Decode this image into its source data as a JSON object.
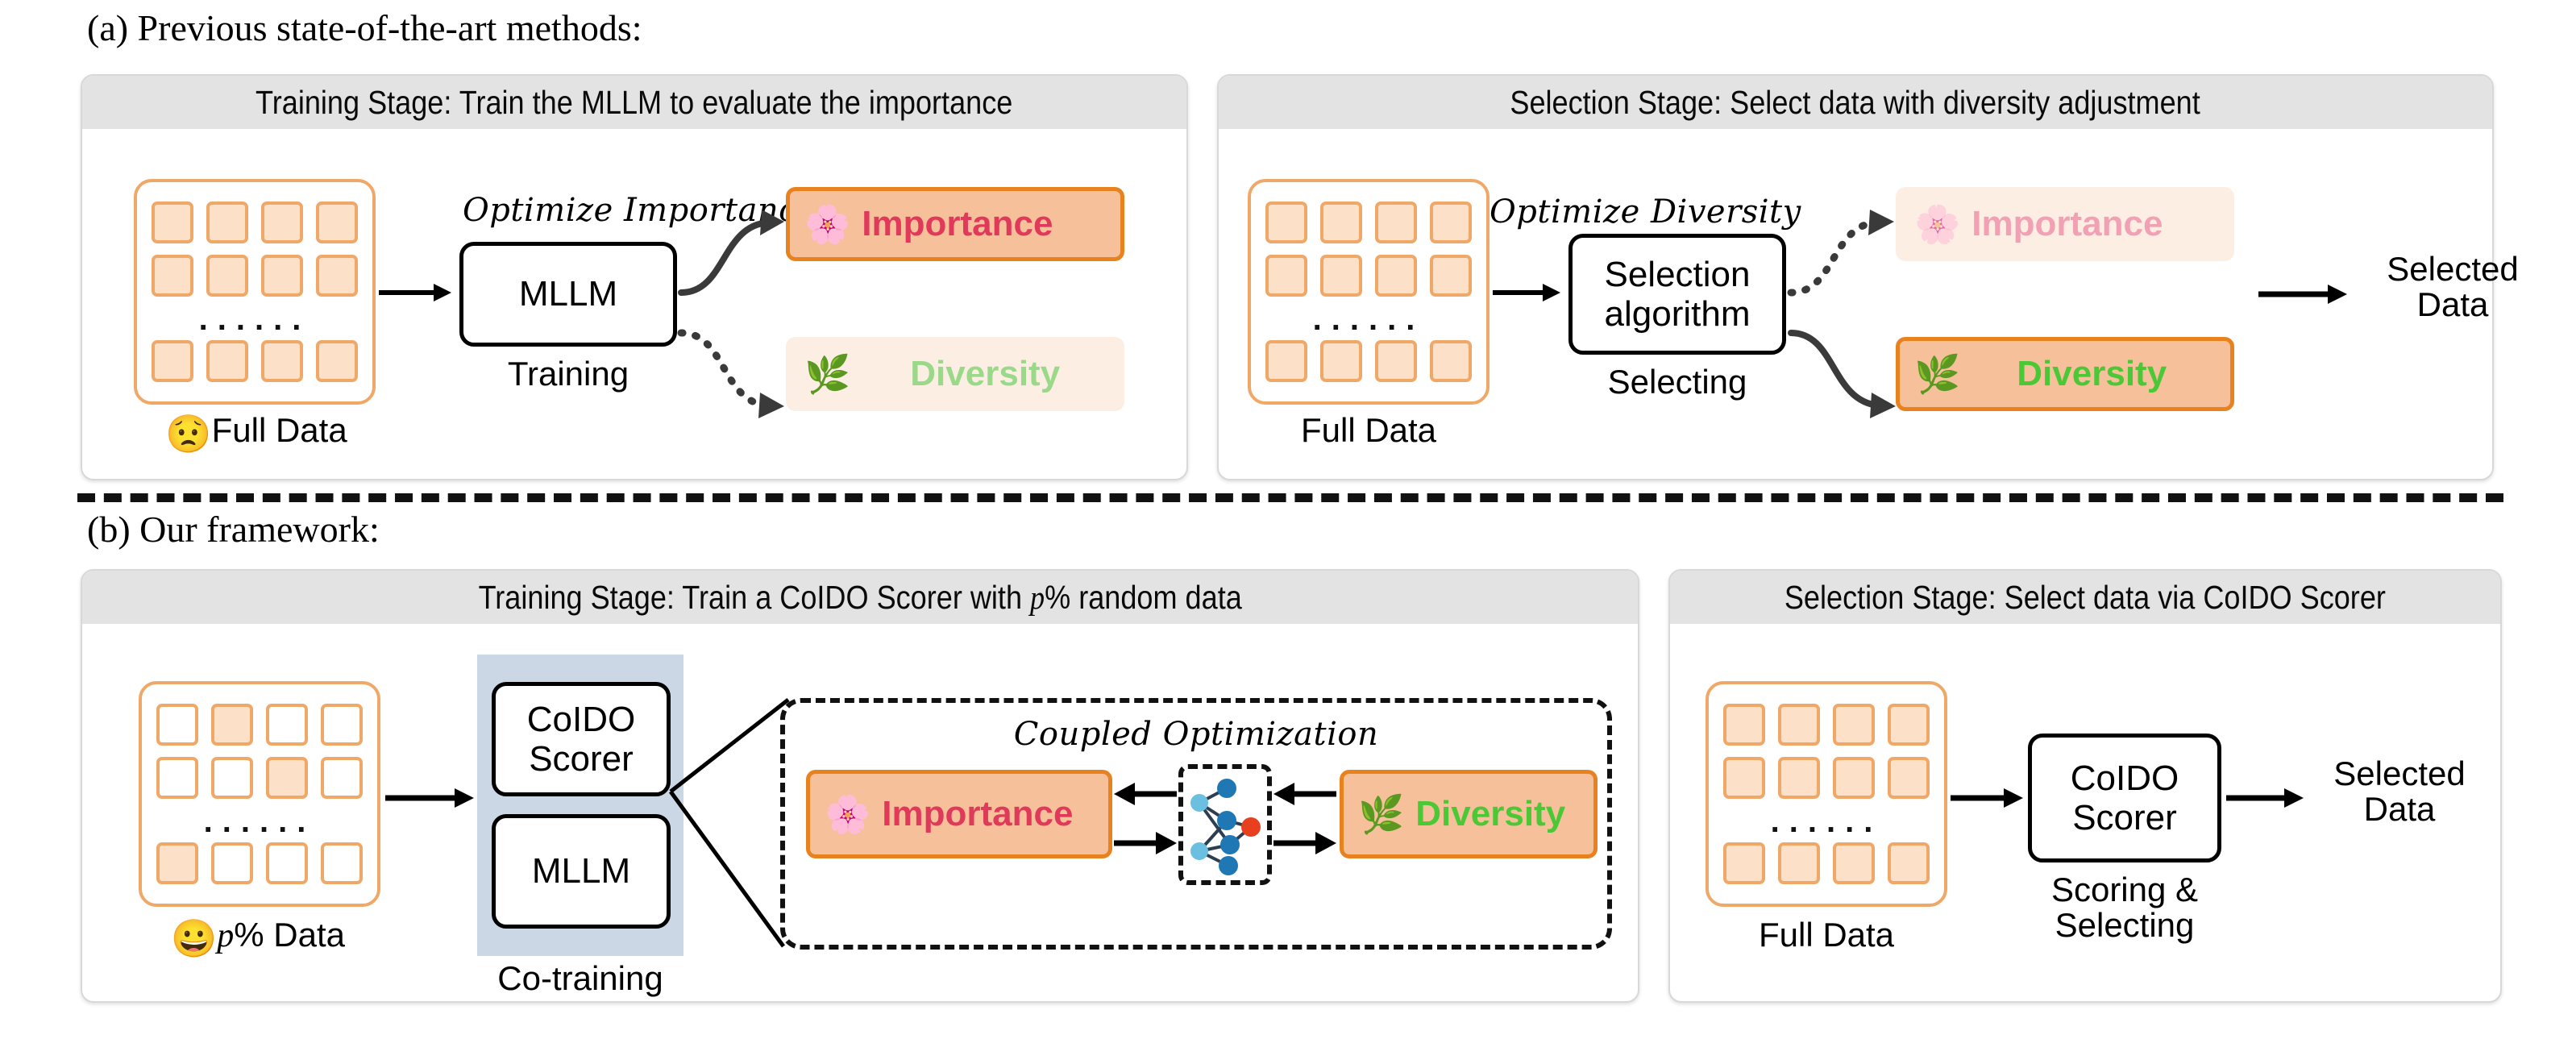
{
  "figure": {
    "sections": [
      {
        "id": "a",
        "caption": "(a) Previous state-of-the-art methods:",
        "panels": [
          {
            "id": "a-left",
            "header": "Training Stage: Train the MLLM to evaluate the importance",
            "data_card": {
              "label": "Full Data",
              "emoji": "😟",
              "dots": "......"
            },
            "arrow_label": "Optimize Importance",
            "process_box": {
              "text": "MLLM",
              "sublabel": "Training"
            },
            "badges": [
              {
                "name": "Importance",
                "icon": "flower-emoji",
                "glyph": "🌸",
                "state": "strong"
              },
              {
                "name": "Diversity",
                "icon": "leaf-emoji",
                "glyph": "🌿",
                "state": "faded"
              }
            ]
          },
          {
            "id": "a-right",
            "header": "Selection Stage: Select data with diversity adjustment",
            "data_card": {
              "label": "Full Data",
              "emoji": "",
              "dots": "......"
            },
            "arrow_label": "Optimize Diversity",
            "process_box": {
              "text": "Selection\nalgorithm",
              "line1": "Selection",
              "line2": "algorithm",
              "sublabel": "Selecting"
            },
            "badges": [
              {
                "name": "Importance",
                "icon": "flower-emoji",
                "glyph": "🌸",
                "state": "faded"
              },
              {
                "name": "Diversity",
                "icon": "leaf-emoji",
                "glyph": "🌿",
                "state": "strong"
              }
            ],
            "output": {
              "line1": "Selected",
              "line2": "Data"
            }
          }
        ]
      },
      {
        "id": "b",
        "caption": "(b) Our framework:",
        "panels": [
          {
            "id": "b-left",
            "header_prefix": "Training Stage: Train a CoIDO Scorer with ",
            "header_var": "p",
            "header_suffix": "% random data",
            "data_card": {
              "label": "% Data",
              "var": "p",
              "emoji": "😀",
              "dots": "......"
            },
            "co_training": {
              "boxes": [
                {
                  "line1": "CoIDO",
                  "line2": "Scorer"
                },
                {
                  "line1": "MLLM",
                  "line2": ""
                }
              ],
              "sublabel": "Co-training"
            },
            "coupled": {
              "title": "Coupled Optimization",
              "badges": [
                {
                  "name": "Importance",
                  "icon": "flower-emoji",
                  "glyph": "🌸",
                  "state": "strong"
                },
                {
                  "name": "Diversity",
                  "icon": "leaf-emoji",
                  "glyph": "🌿",
                  "state": "strong"
                }
              ],
              "network_icon": "neural-network-icon"
            }
          },
          {
            "id": "b-right",
            "header": "Selection Stage:  Select data via CoIDO Scorer",
            "data_card": {
              "label": "Full Data",
              "emoji": "",
              "dots": "......"
            },
            "process_box": {
              "line1": "CoIDO",
              "line2": "Scorer",
              "sub1": "Scoring &",
              "sub2": "Selecting"
            },
            "output": {
              "line1": "Selected",
              "line2": "Data"
            }
          }
        ]
      }
    ]
  },
  "colors": {
    "orange_border": "#f0a868",
    "cell_fill": "#fce0c8",
    "badge_strong_bg": "#f6c09a",
    "badge_strong_border": "#e8821e",
    "badge_faded_bg": "#fdeee4",
    "importance_text": "#e03a5a",
    "importance_faded": "#f2a0b4",
    "diversity_text": "#4bc836",
    "diversity_faded": "#9bd98a",
    "header_gray": "#e3e3e3",
    "panel_border": "#d8d8d8",
    "blue_block": "#ccd7e6",
    "node_light": "#6bbfe0",
    "node_dark": "#1f77b4",
    "node_red": "#e8401f"
  }
}
